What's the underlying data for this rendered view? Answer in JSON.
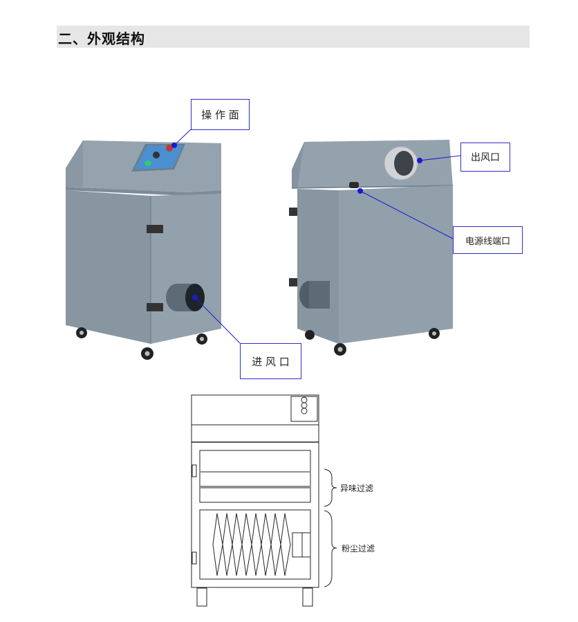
{
  "section": {
    "heading": "二、外观结构"
  },
  "figures": {
    "front_view": {
      "callouts": {
        "control_panel": "操 作 面",
        "air_inlet": "进 风 口"
      }
    },
    "rear_view": {
      "callouts": {
        "air_outlet": "出风口",
        "power_port": "电源线端口"
      }
    },
    "schematic": {
      "labels": {
        "odor_filter": "异味过滤",
        "dust_filter": "粉尘过滤"
      }
    }
  },
  "colors": {
    "cabinet": "#8e9ca8",
    "cabinet_dark": "#7a8894",
    "callout_border": "#2d2dc8",
    "leader_line": "#1a1ad0",
    "panel_blue": "#4a8fd0"
  }
}
